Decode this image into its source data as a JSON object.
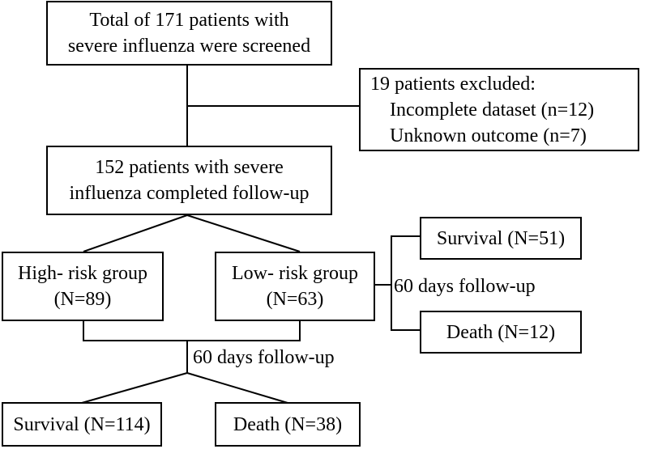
{
  "boxes": {
    "screened": {
      "line1": "Total of 171 patients with",
      "line2": "severe influenza were screened"
    },
    "excluded": {
      "title": "19 patients excluded:",
      "reason1": "Incomplete dataset (n=12)",
      "reason2": "Unknown outcome (n=7)"
    },
    "followup": {
      "line1": "152 patients with severe",
      "line2": "influenza completed follow-up"
    },
    "high_risk": {
      "line1": "High- risk group",
      "line2": "(N=89)"
    },
    "low_risk": {
      "line1": "Low- risk group",
      "line2": "(N=63)"
    },
    "low_survival": {
      "text": "Survival (N=51)"
    },
    "low_death": {
      "text": "Death (N=12)"
    },
    "total_survival": {
      "text": "Survival (N=114)"
    },
    "total_death": {
      "text": "Death (N=38)"
    }
  },
  "labels": {
    "low_risk_followup": "60 days follow-up",
    "total_followup": "60 days follow-up"
  }
}
